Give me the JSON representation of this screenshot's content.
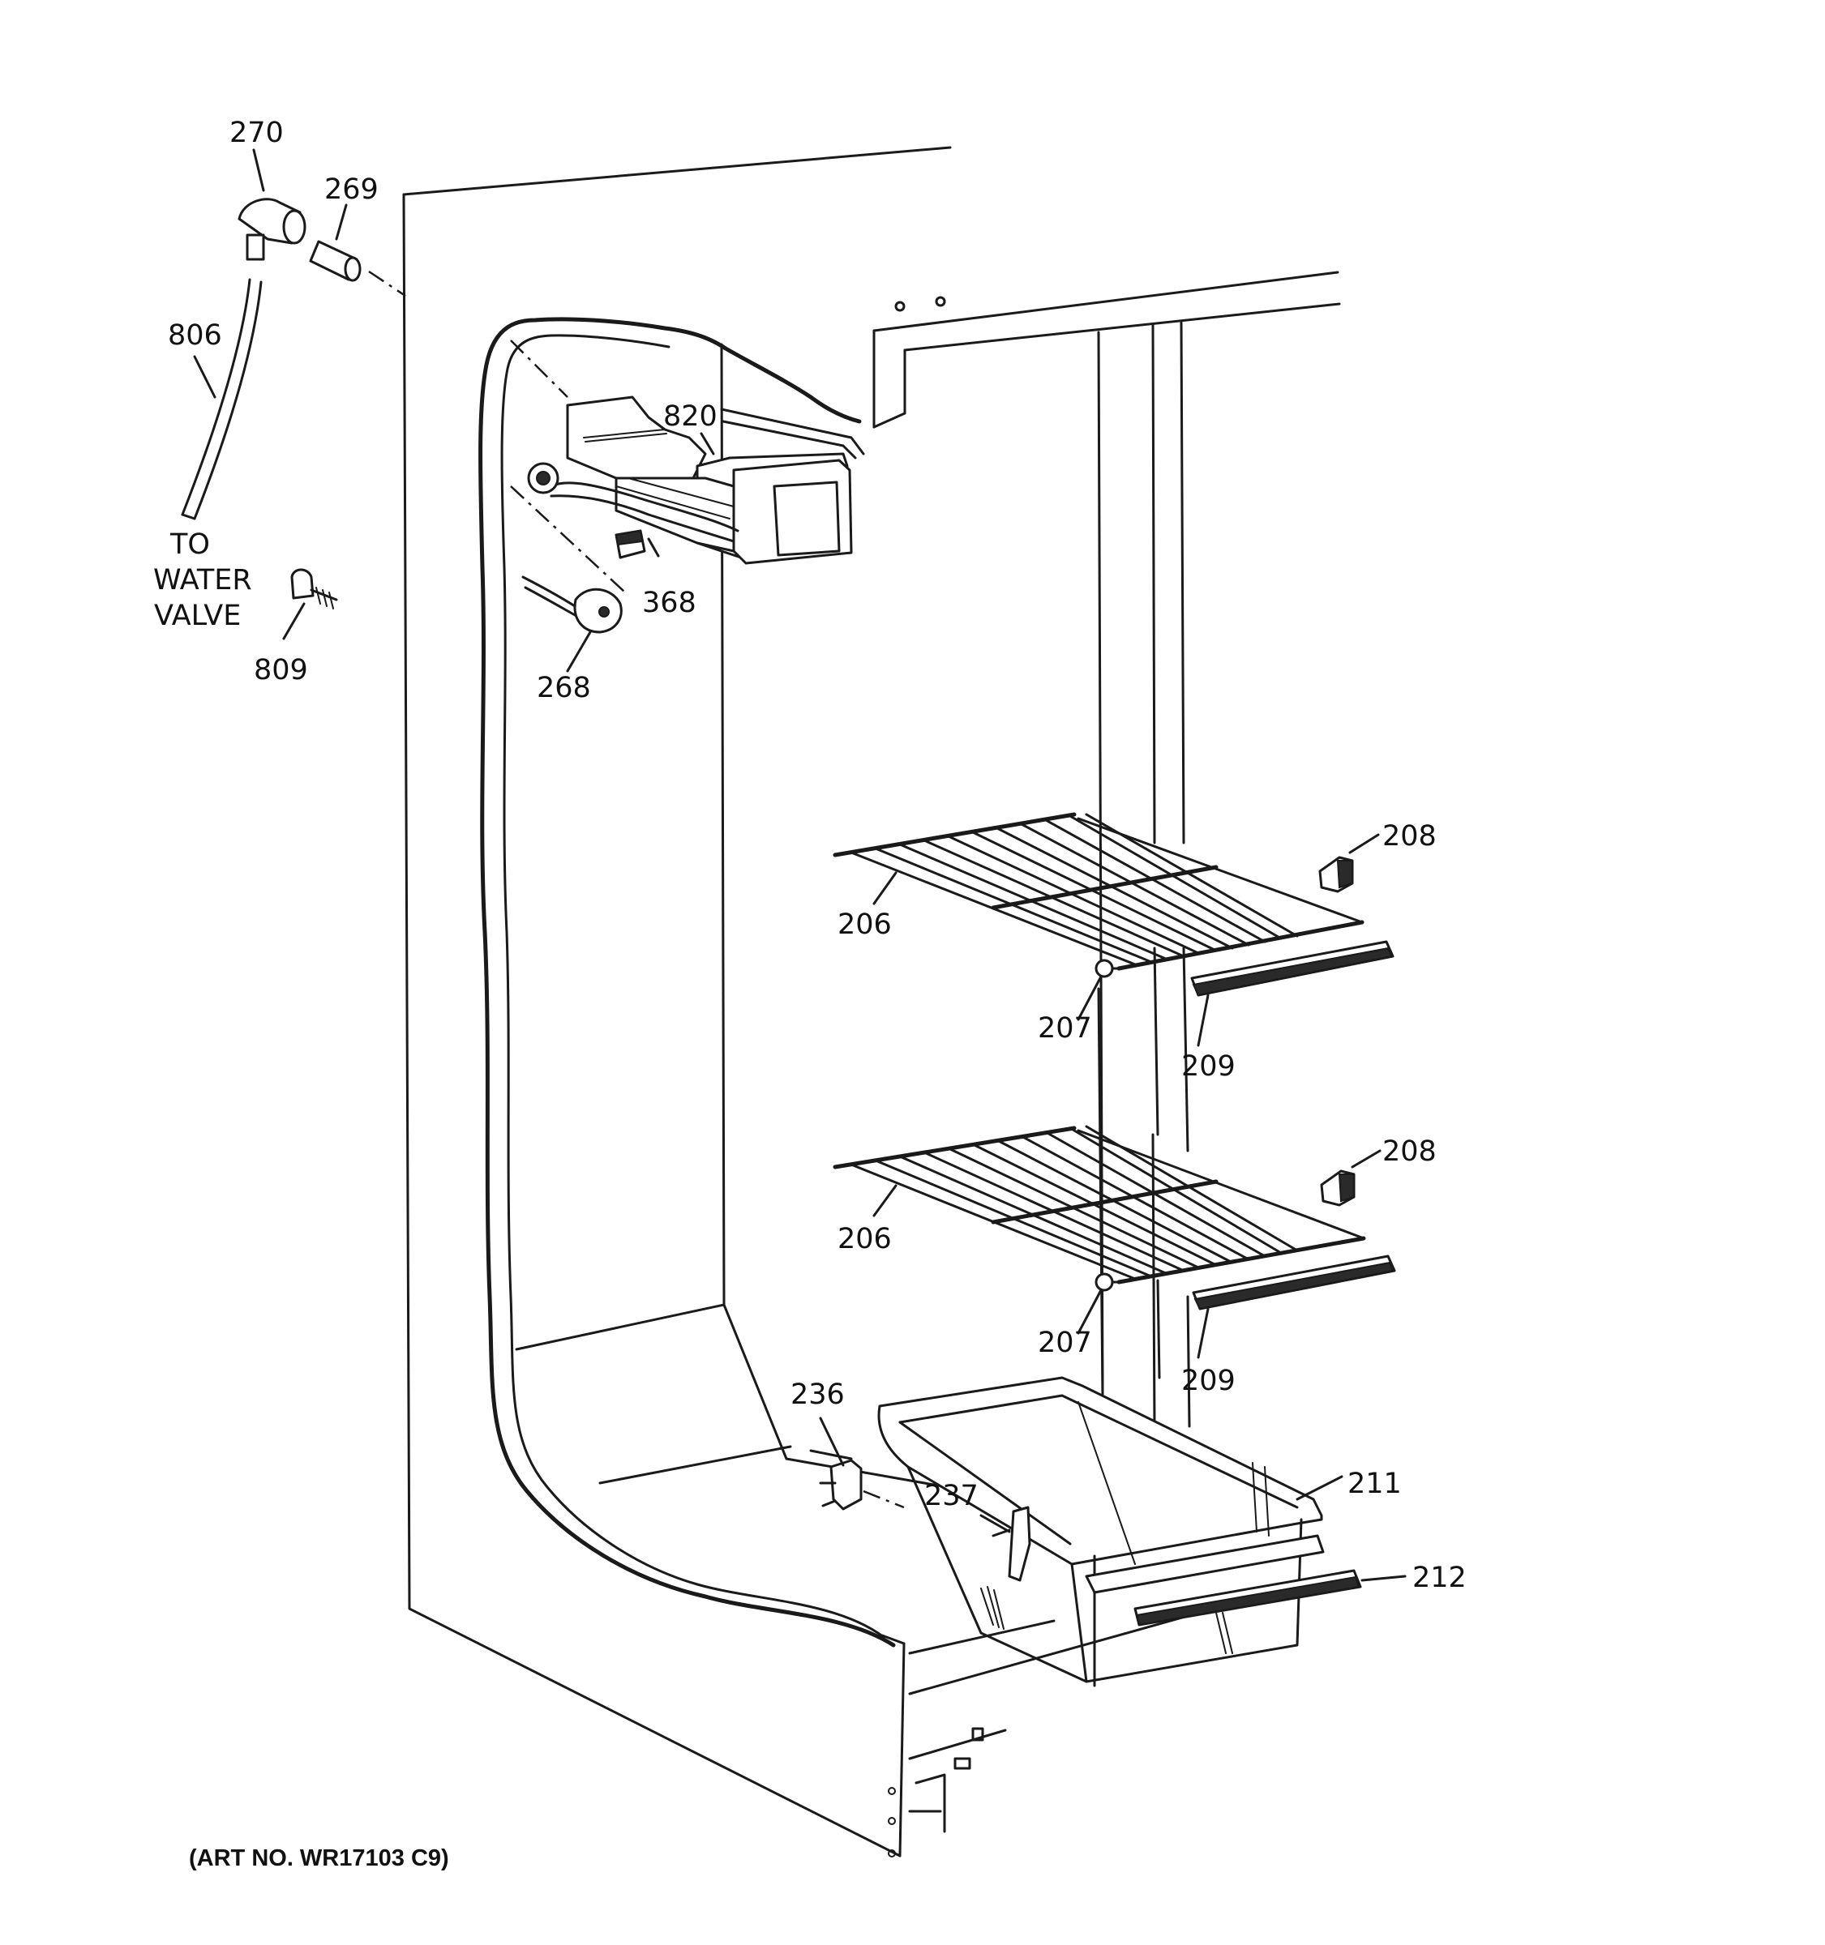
{
  "labels": {
    "p270": "270",
    "p269": "269",
    "p806": "806",
    "to": "TO",
    "water": "WATER",
    "valve": "VALVE",
    "p809": "809",
    "p820": "820",
    "p368": "368",
    "p268": "268",
    "p208a": "208",
    "p206a": "206",
    "p207a": "207",
    "p209a": "209",
    "p208b": "208",
    "p206b": "206",
    "p207b": "207",
    "p209b": "209",
    "p236": "236",
    "p237": "237",
    "p211": "211",
    "p212": "212"
  },
  "art_number": "(ART NO. WR17103 C9)"
}
